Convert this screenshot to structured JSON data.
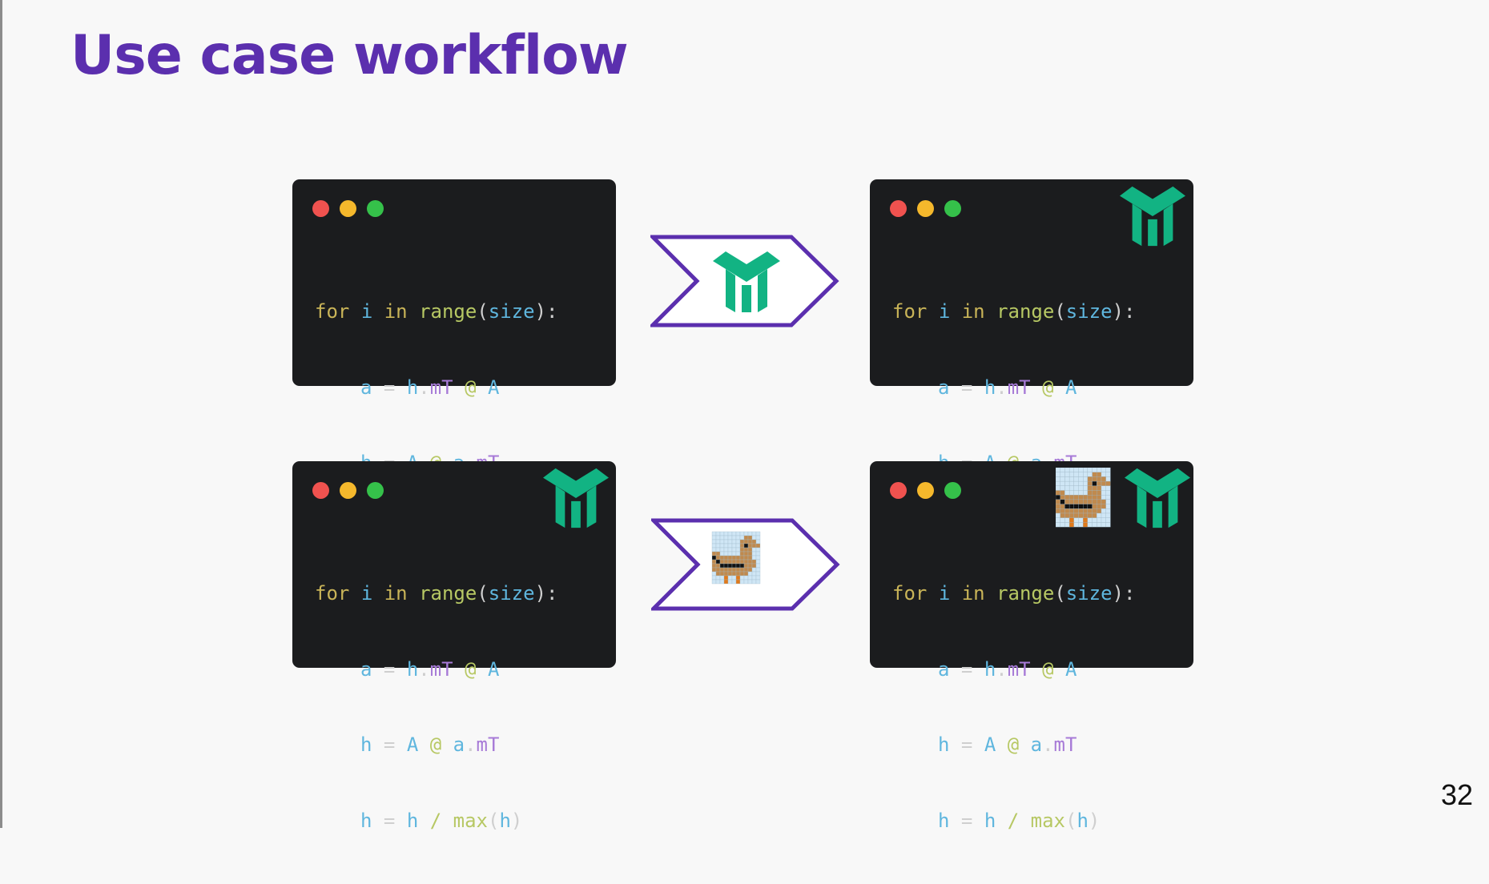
{
  "slide": {
    "title": "Use case workflow",
    "page_number": "32"
  },
  "colors": {
    "title": "#5b2fae",
    "arrow_stroke": "#5b2fae",
    "logo": "#12b383",
    "window_bg": "#1b1c1e",
    "dot_red": "#f0524f",
    "dot_yellow": "#f5b82c",
    "dot_green": "#35c14a"
  },
  "icons": {
    "logo": "triton-logo-icon",
    "duck": "pixel-duck-image"
  },
  "code": {
    "line1": {
      "kw1": "for",
      "v1": "i",
      "kw2": "in",
      "fn": "range",
      "p1": "(",
      "arg": "size",
      "p2": "):"
    },
    "line2": {
      "lhs": "a",
      "eq": "=",
      "v1": "h",
      "dot": ".",
      "attr": "mT",
      "at": "@",
      "v2": "A"
    },
    "line3": {
      "lhs": "h",
      "eq": "=",
      "v1": "A",
      "at": "@",
      "v2": "a",
      "dot": ".",
      "attr": "mT"
    },
    "line4": {
      "lhs": "h",
      "eq": "=",
      "v1": "h",
      "div": "/",
      "fn": "max",
      "p1": "(",
      "arg": "h",
      "p2": ")"
    }
  }
}
